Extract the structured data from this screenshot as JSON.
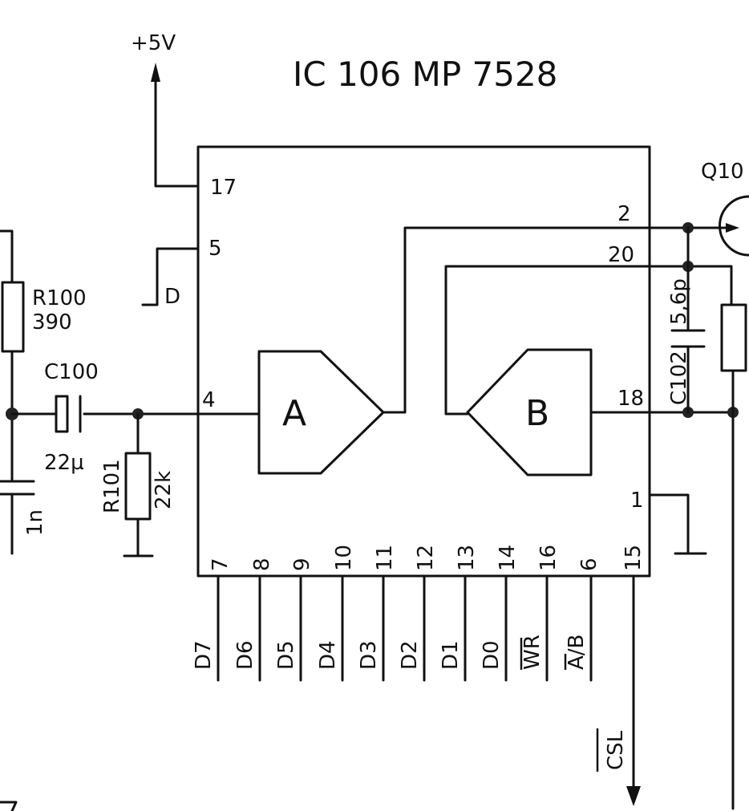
{
  "title": "IC 106   MP 7528",
  "supply": "+5V",
  "ground_label": "D",
  "amp_a": "A",
  "amp_b": "B",
  "transistor": "Q10",
  "components": {
    "r100_name": "R100",
    "r100_value": "390",
    "c100_name": "C100",
    "c100_value": "22µ",
    "r101_name": "R101",
    "r101_value": "22k",
    "c102_name": "C102",
    "c102_value": "5,6p",
    "c_left_value": "1n"
  },
  "pins": {
    "p17": "17",
    "p5": "5",
    "p4": "4",
    "p2": "2",
    "p20": "20",
    "p18": "18",
    "p1": "1",
    "bottom": [
      "7",
      "8",
      "9",
      "10",
      "11",
      "12",
      "13",
      "14",
      "16",
      "6",
      "15"
    ]
  },
  "signals": [
    "D7",
    "D6",
    "D5",
    "D4",
    "D3",
    "D2",
    "D1",
    "D0",
    "WR",
    "A/B"
  ],
  "csl": "CSL"
}
